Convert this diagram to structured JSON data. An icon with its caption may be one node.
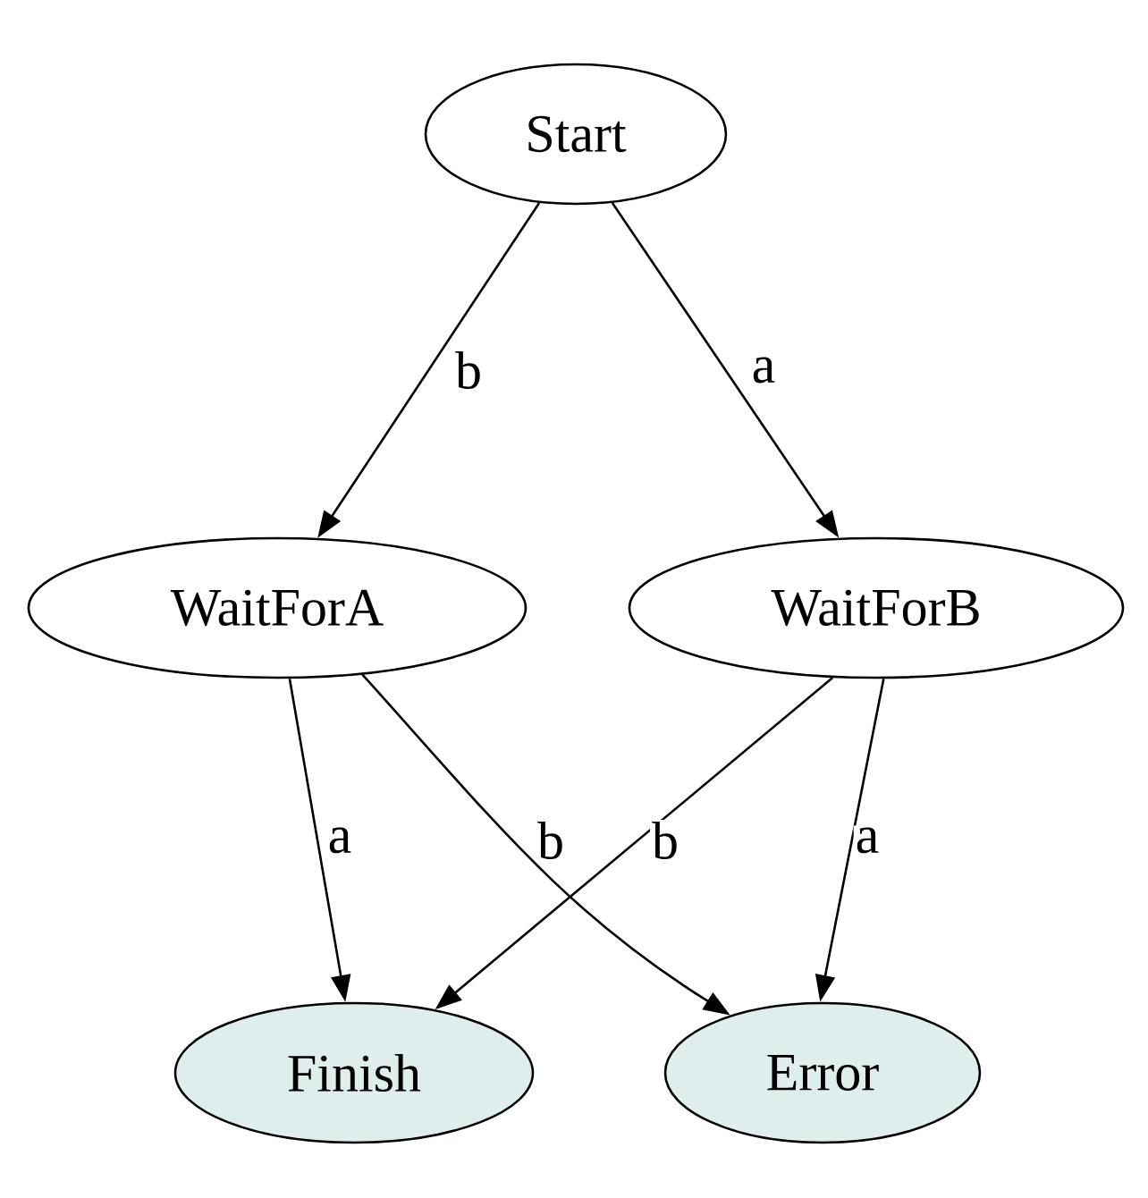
{
  "diagram": {
    "nodes": [
      {
        "text": [
          "Start"
        ]
      },
      {
        "text": [
          "WaitForA"
        ]
      },
      {
        "text": [
          "WaitForB"
        ]
      },
      {
        "text": [
          "Finish"
        ]
      },
      {
        "text": [
          "Error"
        ]
      }
    ],
    "edges": [
      {
        "from": 0,
        "to": 1,
        "arrow": "to",
        "label": "b"
      },
      {
        "from": 0,
        "to": 2,
        "arrow": "to",
        "label": "a"
      },
      {
        "from": 1,
        "to": 3,
        "arrow": "to",
        "label": "a"
      },
      {
        "from": 1,
        "to": 4,
        "arrow": "to",
        "label": "b"
      },
      {
        "from": 2,
        "to": 3,
        "arrow": "to",
        "label": "b"
      },
      {
        "from": 2,
        "to": 4,
        "arrow": "to",
        "label": "a"
      }
    ]
  }
}
